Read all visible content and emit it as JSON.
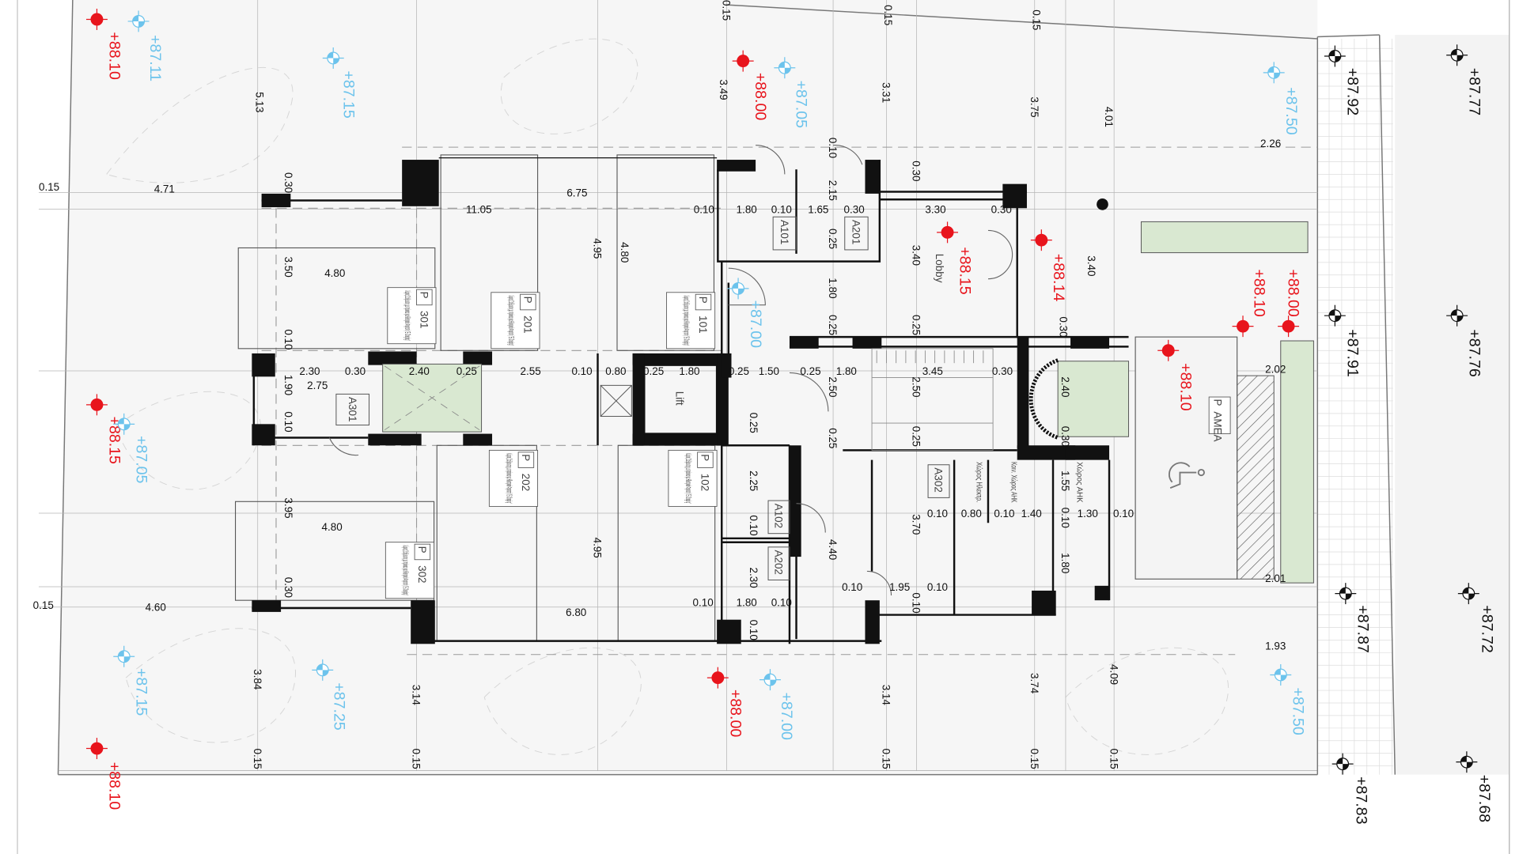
{
  "colors": {
    "existing": "#e8141c",
    "proposed": "#6cc3ec",
    "survey": "#111111",
    "green": "#d9e8d1",
    "wall": "#111111"
  },
  "elevations": {
    "existing": [
      "+88.10",
      "+88.00",
      "+88.15",
      "+88.14",
      "+88.10",
      "+88.00",
      "+88.10",
      "+88.15",
      "+88.00",
      "+88.10"
    ],
    "proposed": [
      "+87.11",
      "+87.15",
      "+87.05",
      "+87.50",
      "+87.00",
      "+87.05",
      "+87.15",
      "+87.25",
      "+87.00",
      "+87.50"
    ],
    "survey": [
      "+87.92",
      "+87.77",
      "+87.91",
      "+87.76",
      "+87.87",
      "+87.72",
      "+87.83",
      "+87.68"
    ]
  },
  "dimensions": {
    "vertical": [
      "0.15",
      "0.15",
      "0.15",
      "5.13",
      "3.49",
      "3.31",
      "3.75",
      "4.01",
      "0.30",
      "3.50",
      "0.10",
      "1.90",
      "0.10",
      "3.95",
      "0.30",
      "4.95",
      "4.80",
      "0.10",
      "2.15",
      "0.25",
      "1.80",
      "0.25",
      "2.50",
      "0.25",
      "4.40",
      "0.30",
      "3.40",
      "0.25",
      "2.50",
      "0.25",
      "3.40",
      "0.30",
      "2.40",
      "0.30",
      "1.55",
      "0.10",
      "1.80",
      "0.25",
      "2.25",
      "0.10",
      "2.30",
      "0.10",
      "3.70",
      "0.10",
      "4.95",
      "3.84",
      "3.14",
      "3.14",
      "3.74",
      "4.09",
      "0.15",
      "0.15",
      "0.15",
      "0.15",
      "0.15"
    ],
    "horizontal": [
      "0.15",
      "4.71",
      "6.75",
      "11.05",
      "2.26",
      "0.10",
      "1.80",
      "0.10",
      "1.65",
      "0.30",
      "3.30",
      "0.30",
      "4.80",
      "2.30",
      "0.30",
      "2.40",
      "0.25",
      "2.55",
      "0.10",
      "0.80",
      "0.25",
      "1.80",
      "0.25",
      "1.50",
      "0.25",
      "1.80",
      "3.45",
      "0.30",
      "2.75",
      "2.02",
      "4.80",
      "0.10",
      "0.80",
      "0.10",
      "1.40",
      "1.30",
      "0.10",
      "0.15",
      "4.60",
      "6.80",
      "0.10",
      "1.95",
      "0.10",
      "0.10",
      "1.80",
      "0.10",
      "2.01",
      "1.93"
    ]
  },
  "rooms": {
    "storage": [
      "A101",
      "A201",
      "A301",
      "A102",
      "A202",
      "A302"
    ],
    "lift": "Lift",
    "lobby": "Lobby",
    "parking_symbol": "P",
    "parking": [
      "301",
      "201",
      "101",
      "202",
      "102",
      "302"
    ],
    "parking_note": "Χώρος Στάθμευσης με πρόνοια για Ηλεκτρικό Φορτιστή \"E-Charging\"",
    "accessible_parking": "AMEA",
    "utility": [
      "Χώρος Ηλεκτρ.",
      "Κοιν. Χώρος ΑΗΚ",
      "Χώρος ΑΗΚ"
    ]
  }
}
